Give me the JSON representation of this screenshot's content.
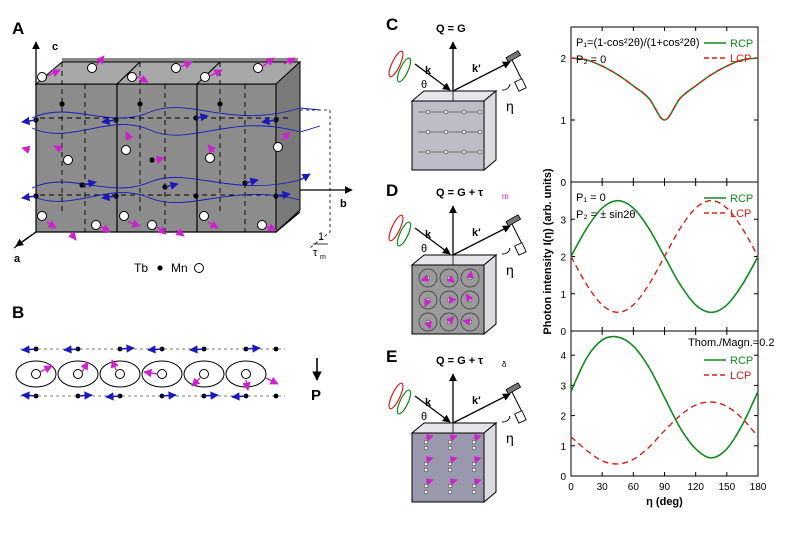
{
  "panels": {
    "A": "A",
    "B": "B",
    "C": "C",
    "D": "D",
    "E": "E"
  },
  "panel_a": {
    "axis_a": "a",
    "axis_b": "b",
    "axis_c": "c",
    "tau_num": "1",
    "tau_den": "τ",
    "tau_sub": "m",
    "legend_tb": "Tb",
    "legend_mn": "Mn"
  },
  "panel_b": {
    "p_label": "P"
  },
  "panel_c": {
    "q_eq": "Q = G",
    "k": "k",
    "kp": "k'",
    "theta": "θ",
    "eta": "η"
  },
  "panel_d": {
    "q_eq": "Q = G + τ",
    "q_sub": "m",
    "k": "k",
    "kp": "k'",
    "theta": "θ",
    "eta": "η"
  },
  "panel_e": {
    "q_eq": "Q = G + τ",
    "q_sub": "δ",
    "k": "k",
    "kp": "k'",
    "theta": "θ",
    "eta": "η"
  },
  "colors": {
    "rcp": "#138a1e",
    "lcp": "#d9201a",
    "mn_moment": "#cc22cc",
    "tb_moment": "#1a1ab8",
    "crystal": "#8c8c8c"
  },
  "chart_data": [
    {
      "type": "line",
      "formula_1": "P₁=(1-cos²2θ)/(1+cos²2θ)",
      "formula_2": "P₂ = 0",
      "xlim": [
        0,
        180
      ],
      "ylim": [
        0,
        2.5
      ],
      "y_ticks": [
        "0",
        "1",
        "2"
      ],
      "x": [
        0,
        15,
        30,
        45,
        60,
        75,
        90,
        105,
        120,
        135,
        150,
        165,
        180
      ],
      "series": [
        {
          "name": "RCP",
          "values": [
            2.0,
            1.97,
            1.87,
            1.73,
            1.55,
            1.35,
            1.0,
            1.35,
            1.55,
            1.73,
            1.87,
            1.97,
            2.0
          ]
        },
        {
          "name": "LCP",
          "values": [
            2.0,
            1.97,
            1.87,
            1.73,
            1.55,
            1.35,
            1.0,
            1.35,
            1.55,
            1.73,
            1.87,
            1.97,
            2.0
          ]
        }
      ]
    },
    {
      "type": "line",
      "formula_1": "P₁ = 0",
      "formula_2": "P₂ = ± sin2θ",
      "xlim": [
        0,
        180
      ],
      "ylim": [
        0,
        4
      ],
      "y_ticks": [
        "0",
        "1",
        "2",
        "3"
      ],
      "x": [
        0,
        15,
        30,
        45,
        60,
        75,
        90,
        105,
        120,
        135,
        150,
        165,
        180
      ],
      "series": [
        {
          "name": "RCP",
          "values": [
            2.0,
            2.75,
            3.3,
            3.5,
            3.3,
            2.75,
            2.0,
            1.25,
            0.7,
            0.5,
            0.7,
            1.25,
            2.0
          ]
        },
        {
          "name": "LCP",
          "values": [
            2.0,
            1.25,
            0.7,
            0.5,
            0.7,
            1.25,
            2.0,
            2.75,
            3.3,
            3.5,
            3.3,
            2.75,
            2.0
          ]
        }
      ]
    },
    {
      "type": "line",
      "annotation": "Thom./Magn.=0.2",
      "xlim": [
        0,
        180
      ],
      "ylim": [
        0,
        4.8
      ],
      "y_ticks": [
        "0",
        "1",
        "2",
        "3",
        "4"
      ],
      "x_ticks": [
        "0",
        "30",
        "60",
        "90",
        "120",
        "150",
        "180"
      ],
      "xlabel": "η (deg)",
      "ylabel": "Photon intensity I(η) (arb. units)",
      "x": [
        0,
        15,
        30,
        45,
        60,
        75,
        90,
        105,
        120,
        135,
        150,
        165,
        180
      ],
      "series": [
        {
          "name": "RCP",
          "values": [
            2.8,
            3.9,
            4.5,
            4.6,
            4.3,
            3.6,
            2.6,
            1.6,
            0.9,
            0.6,
            0.9,
            1.7,
            2.8
          ]
        },
        {
          "name": "LCP",
          "values": [
            1.3,
            0.85,
            0.5,
            0.4,
            0.55,
            0.95,
            1.5,
            2.0,
            2.35,
            2.45,
            2.3,
            1.9,
            1.3
          ]
        }
      ]
    }
  ]
}
